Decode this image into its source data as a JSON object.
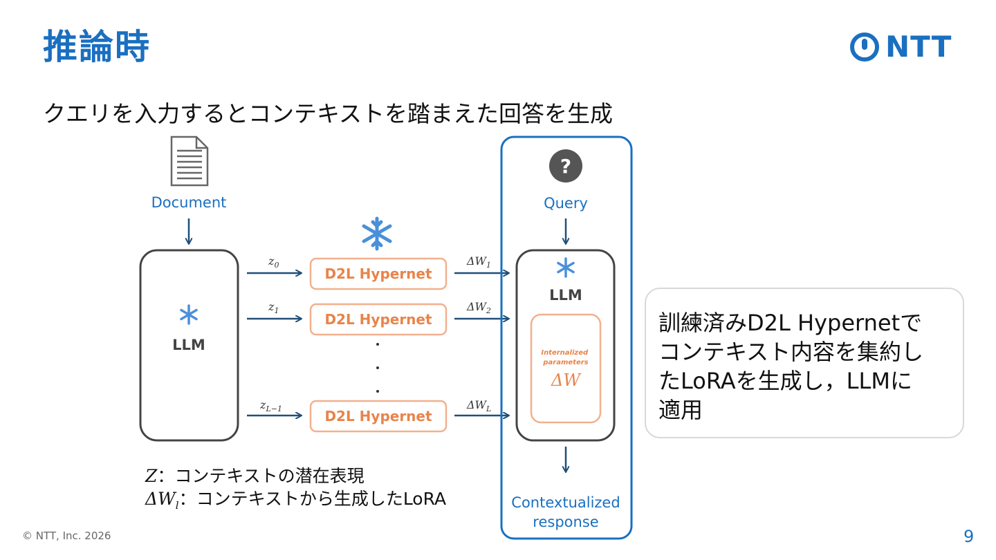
{
  "slide": {
    "title": "推論時",
    "subtitle": "クエリを入力するとコンテキストを踏まえた回答を生成",
    "logo_text": "NTT",
    "footer": "© NTT, Inc.  2026",
    "page_number": "9"
  },
  "diagram": {
    "document_label": "Document",
    "query_label": "Query",
    "llm_left_label": "LLM",
    "llm_right_label": "LLM",
    "hypernet_labels": [
      "D2L Hypernet",
      "D2L Hypernet",
      "D2L Hypernet"
    ],
    "z_labels": [
      "z",
      "z",
      "z"
    ],
    "z_subscripts": [
      "0",
      "1",
      "L−1"
    ],
    "delta_labels": [
      "ΔW",
      "ΔW",
      "ΔW"
    ],
    "delta_subscripts": [
      "1",
      "2",
      "L"
    ],
    "internal_title": "Internalized parameters",
    "internal_symbol": "ΔW",
    "response_label_line1": "Contextualized",
    "response_label_line2": "response",
    "question_mark": "?",
    "colors": {
      "blue": "#1a6fc0",
      "orange": "#e8844a",
      "orange_border": "#f2b08e",
      "dark_arrow": "#1f4e79",
      "box_border": "#444444",
      "snow": "#4a90d9"
    }
  },
  "side_note": {
    "text_line1": "訓練済みD2L Hypernetで",
    "text_line2": "コンテキスト内容を集約し",
    "text_line3": "たLoRAを生成し，LLMに",
    "text_line4": "適用"
  },
  "legend": {
    "line1_var": "Z",
    "line1_text": "：コンテキストの潜在表現",
    "line2_var": "ΔW",
    "line2_sub": "l",
    "line2_text": "：コンテキストから生成したLoRA"
  }
}
